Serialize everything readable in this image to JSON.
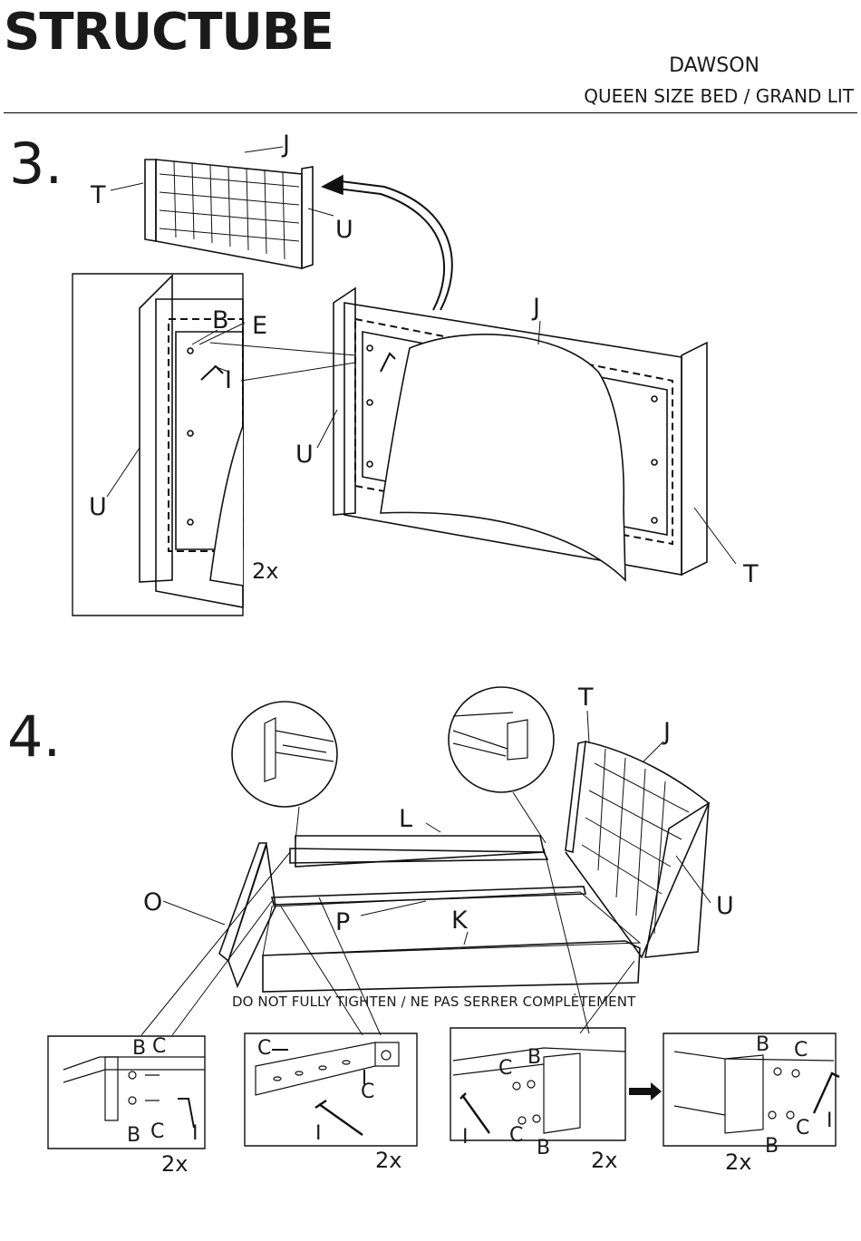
{
  "header": {
    "brand": "STRUCTUBE",
    "model": "DAWSON",
    "subtitle": "QUEEN SIZE BED / GRAND LIT"
  },
  "step3": {
    "number": "3.",
    "labels": {
      "J_top": "J",
      "T_top": "T",
      "U_top": "U",
      "B": "B",
      "E": "E",
      "I": "I",
      "U_detail": "U",
      "J_main": "J",
      "U_main": "U",
      "T_main": "T"
    },
    "quantity": "2x"
  },
  "step4": {
    "number": "4.",
    "labels": {
      "T": "T",
      "J": "J",
      "L": "L",
      "O": "O",
      "U": "U",
      "P": "P",
      "K": "K"
    },
    "warning": "DO NOT FULLY TIGHTEN / NE PAS SERRER COMPLÈTEMENT",
    "details": [
      {
        "labels": [
          "B",
          "C",
          "B",
          "C",
          "I"
        ],
        "quantity": "2x"
      },
      {
        "labels": [
          "C",
          "C",
          "I"
        ],
        "quantity": "2x"
      },
      {
        "labels": [
          "C",
          "B",
          "I",
          "C",
          "B"
        ],
        "quantity": "2x"
      },
      {
        "labels": [
          "B",
          "C",
          "C",
          "B",
          "I"
        ],
        "quantity": "2x"
      }
    ]
  }
}
